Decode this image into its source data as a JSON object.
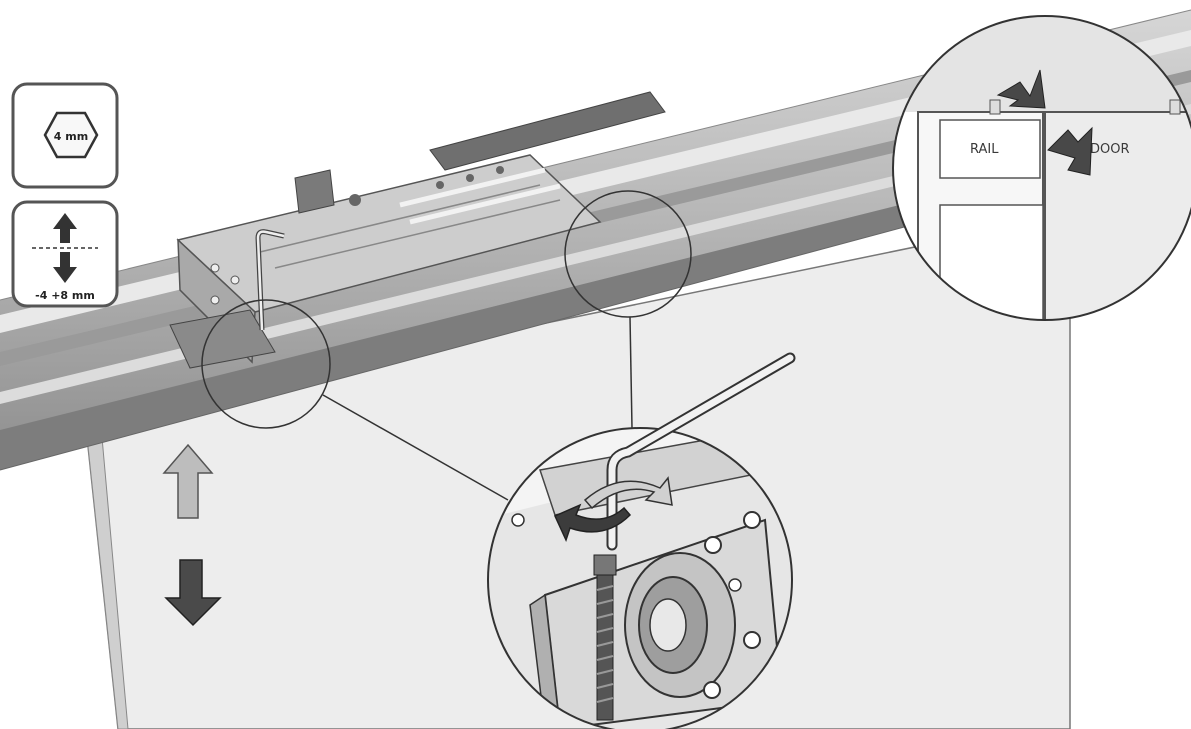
{
  "badges": {
    "tool_size": "4 mm",
    "adjust_range": "-4 +8 mm"
  },
  "detail": {
    "rail_label": "RAIL",
    "door_label": "DOOR"
  },
  "icons": {
    "tool": "hex-key-icon",
    "adjust": "vertical-adjust-icon",
    "up": "arrow-up-icon",
    "down": "arrow-down-icon",
    "rotate": "rotate-arrow-icon"
  },
  "colors": {
    "rail": "#b9b9b9",
    "door": "#eeeeee",
    "arrow_dark": "#4a4a4a",
    "arrow_light": "#bdbdbd"
  }
}
